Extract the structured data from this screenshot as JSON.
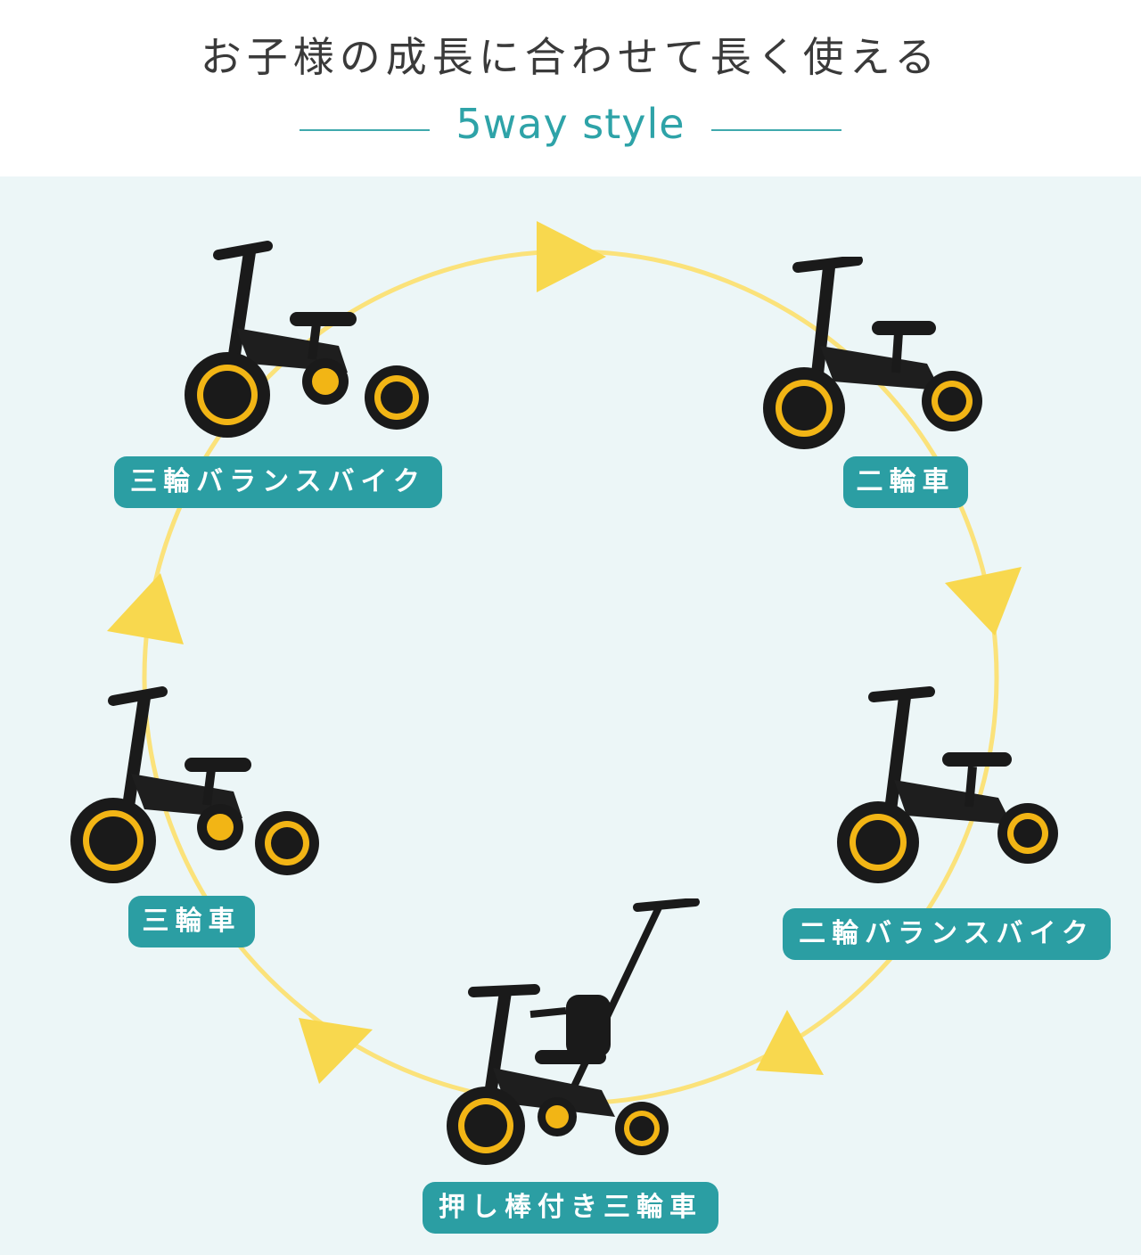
{
  "header": {
    "title": "お子様の成長に合わせて長く使える",
    "subtitle": "5way style"
  },
  "colors": {
    "accent": "#2b9ea3",
    "ring": "#fbe27a",
    "arrow": "#f8d84e",
    "background": "#ecf6f7",
    "bike_body": "#1a1a1a",
    "bike_wheel_trim": "#f2b515"
  },
  "modes": [
    {
      "label": "三輪バランスバイク",
      "icon": "balance-trike-icon"
    },
    {
      "label": "二輪車",
      "icon": "pedal-bike-icon"
    },
    {
      "label": "二輪バランスバイク",
      "icon": "balance-bike-icon"
    },
    {
      "label": "押し棒付き三輪車",
      "icon": "push-trike-icon"
    },
    {
      "label": "三輪車",
      "icon": "tricycle-icon"
    }
  ]
}
